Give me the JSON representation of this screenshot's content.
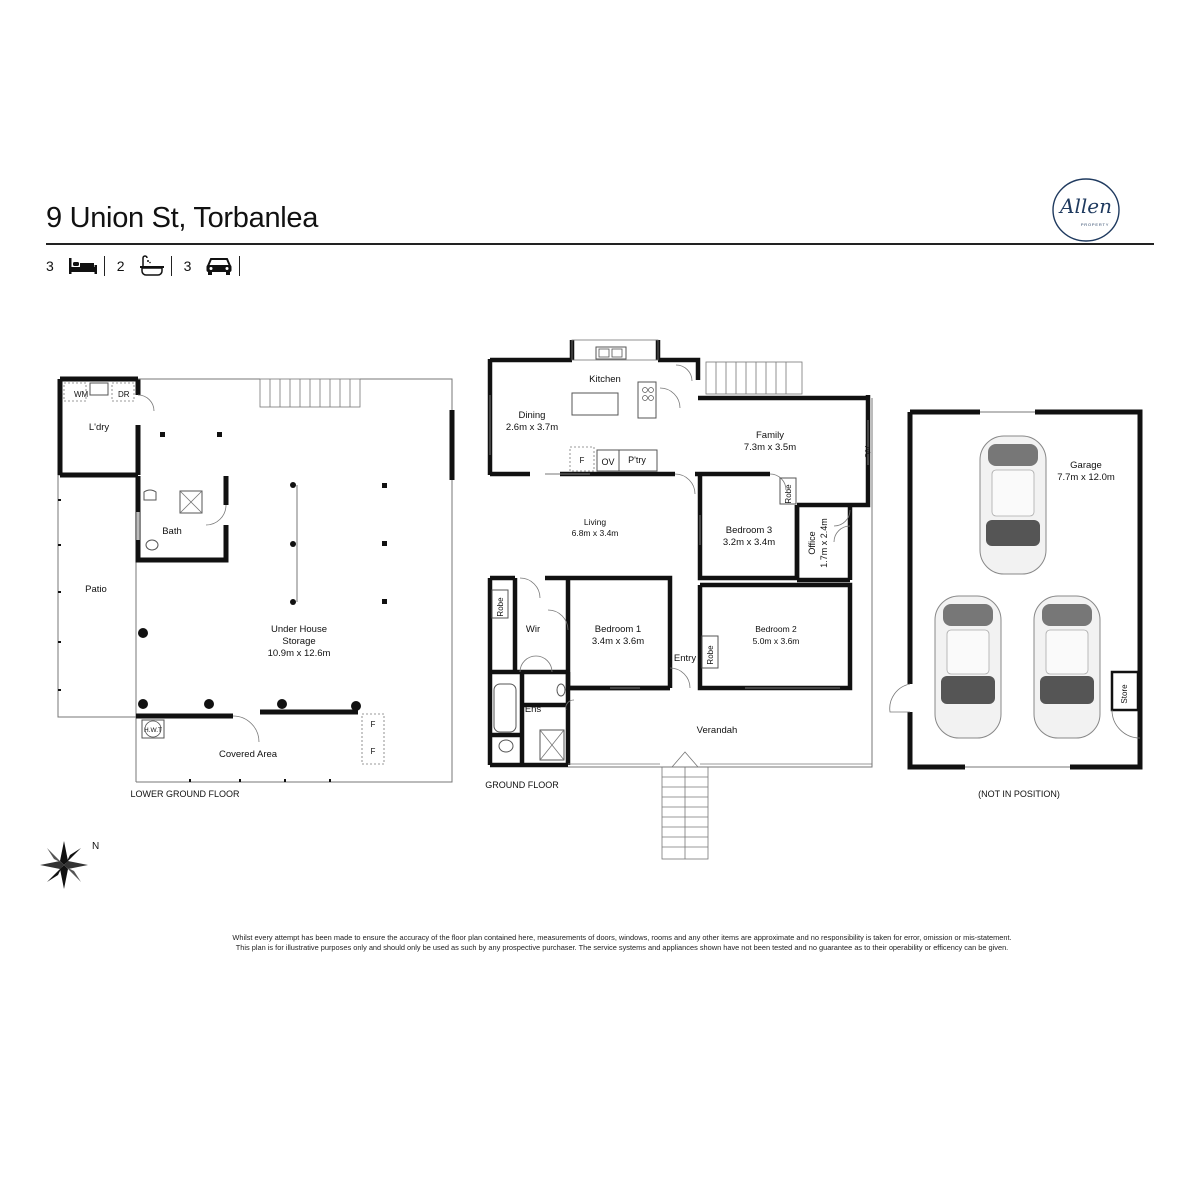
{
  "header": {
    "address": "9 Union St, Torbanlea",
    "features": [
      {
        "count": "3",
        "icon": "bed-icon"
      },
      {
        "count": "2",
        "icon": "bath-icon"
      },
      {
        "count": "3",
        "icon": "car-icon"
      }
    ],
    "logo_text": "Allen",
    "logo_subtext": "PROPERTY"
  },
  "lower_floor": {
    "caption": "LOWER GROUND FLOOR",
    "wm": "WM",
    "dr": "DR",
    "laundry": "L'dry",
    "bath": "Bath",
    "patio": "Patio",
    "storage_name_1": "Under House",
    "storage_name_2": "Storage",
    "storage_dims": "10.9m x 12.6m",
    "hwt": "H.W.T",
    "covered": "Covered Area",
    "f1": "F",
    "f2": "F"
  },
  "ground_floor": {
    "caption": "GROUND FLOOR",
    "kitchen": "Kitchen",
    "dining": "Dining",
    "dining_dims": "2.6m x 3.7m",
    "family": "Family",
    "family_dims": "7.3m x 3.5m",
    "ac": "A/C",
    "fridge": "F",
    "oven": "OV",
    "pantry": "P'try",
    "living": "Living",
    "living_dims": "6.8m x 3.4m",
    "bed3": "Bedroom 3",
    "bed3_dims": "3.2m x 3.4m",
    "robe": "Robe",
    "office": "Office",
    "office_dims": "1.7m x 2.4m",
    "wir": "Wir",
    "bed1": "Bedroom 1",
    "bed1_dims": "3.4m x 3.6m",
    "bed2": "Bedroom 2",
    "bed2_dims": "5.0m x 3.6m",
    "entry": "Entry",
    "ens": "Ens",
    "verandah": "Verandah"
  },
  "garage": {
    "name": "Garage",
    "dims": "7.7m x 12.0m",
    "store": "Store",
    "note": "(NOT IN POSITION)"
  },
  "compass": {
    "label": "N"
  },
  "disclaimer": {
    "line1": "Whilst every attempt has been made to ensure the accuracy of the floor plan contained here, measurements of doors, windows, rooms and any other items are approximate and no responsibility is taken for error, omission  or mis-statement.",
    "line2": "This plan is for illustrative purposes only and should only be used as such by any prospective purchaser. The service systems and appliances  shown have not been tested and no guarantee as to their operability or efficency can be given."
  }
}
